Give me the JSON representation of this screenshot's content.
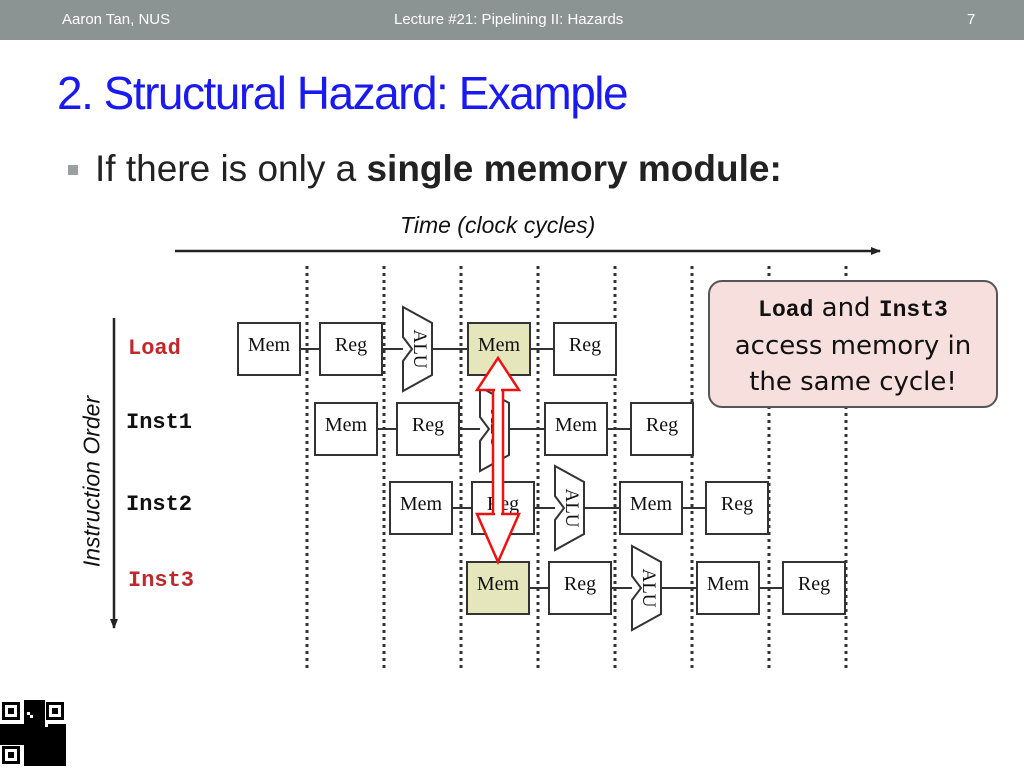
{
  "header": {
    "author": "Aaron Tan, NUS",
    "lecture": "Lecture #21: Pipelining II: Hazards",
    "page": "7"
  },
  "title": "2. Structural Hazard: Example",
  "bullet": {
    "prefix": "If there is only a ",
    "bold": "single memory module:"
  },
  "diagram": {
    "time_label": "Time (clock cycles)",
    "order_label": "Instruction Order",
    "instructions": [
      "Load",
      "Inst1",
      "Inst2",
      "Inst3"
    ],
    "highlight_color": "#e6e6bc",
    "conflict_color": "#ee1111",
    "instruction_highlight_color": "#c0282c",
    "stage_labels": {
      "mem": "Mem",
      "reg": "Reg",
      "alu": "ALU"
    }
  },
  "callout": {
    "line1_a": "Load",
    "line1_b": " and ",
    "line1_c": "Inst3",
    "line2": "access memory in",
    "line3": "the same cycle!"
  },
  "icons": {
    "qr": "qr-code-icon"
  }
}
